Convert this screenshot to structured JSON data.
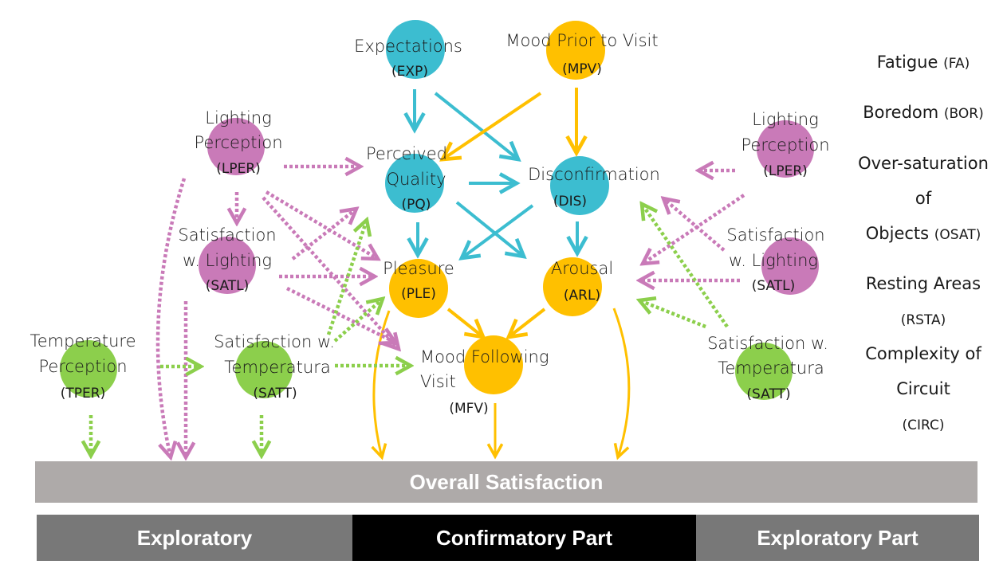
{
  "colors": {
    "blue": "#3cbdd0",
    "yellow": "#ffc000",
    "pink": "#c97ab8",
    "green": "#8ccf4c",
    "bar_gray": "#aeaaa9",
    "band_gray": "#787878",
    "band_black": "#000000"
  },
  "nodes": [
    {
      "id": "EXP",
      "group": "blue",
      "label": [
        "Expectations"
      ],
      "abbr": "(EXP)"
    },
    {
      "id": "MPV",
      "group": "yellow",
      "label": [
        "Mood Prior to Visit"
      ],
      "abbr": "(MPV)"
    },
    {
      "id": "PQ",
      "group": "blue",
      "label": [
        "Perceived",
        "Quality"
      ],
      "abbr": "(PQ)"
    },
    {
      "id": "DIS",
      "group": "blue",
      "label": [
        "Disconfirmation"
      ],
      "abbr": "(DIS)"
    },
    {
      "id": "PLE",
      "group": "yellow",
      "label": [
        "Pleasure"
      ],
      "abbr": "(PLE)"
    },
    {
      "id": "ARL",
      "group": "yellow",
      "label": [
        "Arousal"
      ],
      "abbr": "(ARL)"
    },
    {
      "id": "MFV",
      "group": "yellow",
      "label": [
        "Mood Following",
        "Visit"
      ],
      "abbr": "(MFV)"
    },
    {
      "id": "LPER_L",
      "group": "pink",
      "label": [
        "Lighting",
        "Perception"
      ],
      "abbr": "(LPER)"
    },
    {
      "id": "SATL_L",
      "group": "pink",
      "label": [
        "Satisfaction",
        "w. Lighting"
      ],
      "abbr": "(SATL)"
    },
    {
      "id": "TPER",
      "group": "green",
      "label": [
        "Temperature",
        "Perception"
      ],
      "abbr": "(TPER)"
    },
    {
      "id": "SATT_L",
      "group": "green",
      "label": [
        "Satisfaction w.",
        "Temperatura"
      ],
      "abbr": "(SATT)"
    },
    {
      "id": "LPER_R",
      "group": "pink",
      "label": [
        "Lighting",
        "Perception"
      ],
      "abbr": "(LPER)"
    },
    {
      "id": "SATL_R",
      "group": "pink",
      "label": [
        "Satisfaction",
        "w. Lighting"
      ],
      "abbr": "(SATL)"
    },
    {
      "id": "SATT_R",
      "group": "green",
      "label": [
        "Satisfaction w.",
        "Temperatura"
      ],
      "abbr": "(SATT)"
    }
  ],
  "edges": [
    {
      "from": "EXP",
      "to": "PQ",
      "style": "solid",
      "color": "blue"
    },
    {
      "from": "EXP",
      "to": "DIS",
      "style": "solid",
      "color": "blue"
    },
    {
      "from": "MPV",
      "to": "PQ",
      "style": "solid",
      "color": "yellow"
    },
    {
      "from": "MPV",
      "to": "DIS",
      "style": "solid",
      "color": "yellow"
    },
    {
      "from": "PQ",
      "to": "DIS",
      "style": "solid",
      "color": "blue"
    },
    {
      "from": "PQ",
      "to": "PLE",
      "style": "solid",
      "color": "blue"
    },
    {
      "from": "PQ",
      "to": "ARL",
      "style": "solid",
      "color": "blue"
    },
    {
      "from": "DIS",
      "to": "PLE",
      "style": "solid",
      "color": "blue"
    },
    {
      "from": "DIS",
      "to": "ARL",
      "style": "solid",
      "color": "blue"
    },
    {
      "from": "PLE",
      "to": "MFV",
      "style": "solid",
      "color": "yellow"
    },
    {
      "from": "ARL",
      "to": "MFV",
      "style": "solid",
      "color": "yellow"
    },
    {
      "from": "PLE",
      "to": "Overall Satisfaction",
      "style": "solid",
      "color": "yellow"
    },
    {
      "from": "MFV",
      "to": "Overall Satisfaction",
      "style": "solid",
      "color": "yellow"
    },
    {
      "from": "ARL",
      "to": "Overall Satisfaction",
      "style": "solid",
      "color": "yellow"
    },
    {
      "from": "LPER_L",
      "to": "PQ",
      "style": "dotted",
      "color": "pink"
    },
    {
      "from": "LPER_L",
      "to": "SATL_L",
      "style": "dotted",
      "color": "pink"
    },
    {
      "from": "LPER_L",
      "to": "PLE",
      "style": "dotted",
      "color": "pink"
    },
    {
      "from": "LPER_L",
      "to": "MFV",
      "style": "dotted",
      "color": "pink"
    },
    {
      "from": "LPER_L",
      "to": "Overall Satisfaction",
      "style": "dotted",
      "color": "pink"
    },
    {
      "from": "SATL_L",
      "to": "PQ",
      "style": "dotted",
      "color": "pink"
    },
    {
      "from": "SATL_L",
      "to": "PLE",
      "style": "dotted",
      "color": "pink"
    },
    {
      "from": "SATL_L",
      "to": "MFV",
      "style": "dotted",
      "color": "pink"
    },
    {
      "from": "SATL_L",
      "to": "Overall Satisfaction",
      "style": "dotted",
      "color": "pink"
    },
    {
      "from": "TPER",
      "to": "SATT_L",
      "style": "dotted",
      "color": "green"
    },
    {
      "from": "TPER",
      "to": "Overall Satisfaction",
      "style": "dotted",
      "color": "green"
    },
    {
      "from": "SATT_L",
      "to": "PQ",
      "style": "dotted",
      "color": "green"
    },
    {
      "from": "SATT_L",
      "to": "PLE",
      "style": "dotted",
      "color": "green"
    },
    {
      "from": "SATT_L",
      "to": "MFV",
      "style": "dotted",
      "color": "green"
    },
    {
      "from": "SATT_L",
      "to": "Overall Satisfaction",
      "style": "dotted",
      "color": "green"
    },
    {
      "from": "LPER_R",
      "to": "DIS",
      "style": "dotted",
      "color": "pink"
    },
    {
      "from": "LPER_R",
      "to": "ARL",
      "style": "dotted",
      "color": "pink"
    },
    {
      "from": "SATL_R",
      "to": "DIS",
      "style": "dotted",
      "color": "pink"
    },
    {
      "from": "SATL_R",
      "to": "ARL",
      "style": "dotted",
      "color": "pink"
    },
    {
      "from": "SATT_R",
      "to": "DIS",
      "style": "dotted",
      "color": "green"
    },
    {
      "from": "SATT_R",
      "to": "ARL",
      "style": "dotted",
      "color": "green"
    }
  ],
  "side_list": [
    {
      "name": "Fatigue",
      "abbr": "(FA)"
    },
    {
      "name": "Boredom",
      "abbr": "(BOR)"
    },
    {
      "name": "Over-saturation",
      "cont": [
        "of"
      ],
      "last": "Objects",
      "abbr": "(OSAT)"
    },
    {
      "name": "Resting Areas",
      "abbr": "(RSTA)"
    },
    {
      "name": "Complexity of",
      "cont": [
        "Circuit"
      ],
      "abbr": "(CIRC)"
    }
  ],
  "outcome": {
    "label": "Overall Satisfaction"
  },
  "sections": [
    {
      "label": "Exploratory"
    },
    {
      "label": "Confirmatory Part"
    },
    {
      "label": "Exploratory Part"
    }
  ]
}
